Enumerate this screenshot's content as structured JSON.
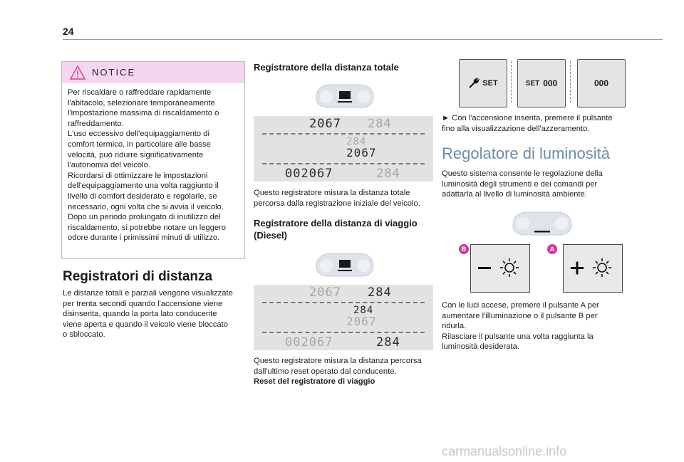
{
  "page_number": "24",
  "notice": {
    "title": "NOTICE",
    "lines": [
      "Per riscaldare o raffreddare rapidamente",
      "l'abitacolo, selezionare temporaneamente",
      "l'impostazione massima di riscaldamento o",
      "raffreddamento.",
      "L'uso eccessivo dell'equipaggiamento di",
      "comfort termico, in particolare alle basse",
      "velocità, può ridurre significativamente",
      "l'autonomia del veicolo.",
      "Ricordarsi di ottimizzare le impostazioni",
      "dell'equipaggiamento una volta raggiunto il",
      "livello di comfort desiderato e regolarle, se",
      "necessario, ogni volta che si avvia il veicolo.",
      "Dopo un periodo prolungato di inutilizzo del",
      "riscaldamento, si potrebbe notare un leggero",
      "odore durante i primissimi minuti di utilizzo."
    ]
  },
  "section_distance": {
    "title": "Registratori di distanza",
    "lines": [
      "Le distanze totali e parziali vengono visualizzate",
      "per trenta secondi quando l'accensione viene",
      "disinserita, quando la porta lato conducente",
      "viene aperta e quando il veicolo viene bloccato",
      "o sbloccato."
    ]
  },
  "total": {
    "title": "Registratore della distanza totale",
    "display_top_left": "2067",
    "display_top_right": "284",
    "display_mid_top": "284",
    "display_mid_bottom": "2067",
    "display_bottom_left": "002067",
    "display_bottom_right": "284",
    "caption_lines": [
      "Questo registratore misura la distanza totale",
      "percorsa dalla registrazione iniziale del veicolo."
    ]
  },
  "trip": {
    "title_lines": [
      "Registratore della distanza di viaggio",
      "(Diesel)"
    ],
    "display_top_left": "2067",
    "display_top_right": "284",
    "display_mid_top": "284",
    "display_mid_bottom": "2067",
    "display_bottom_left": "002067",
    "display_bottom_right": "284",
    "caption_lines": [
      "Questo registratore misura la distanza percorsa",
      "dall'ultimo reset operato dal conducente."
    ],
    "reset_heading": "Reset del registratore di viaggio"
  },
  "reset_buttons": {
    "b1": "SET",
    "b2_set": "SET",
    "b2_val": "000",
    "b3": "000"
  },
  "reset_instruction_lines": [
    "► Con l'accensione inserita, premere il pulsante",
    "fino alla visualizzazione dell'azzeramento."
  ],
  "luminosity": {
    "title": "Regolatore di luminosità",
    "intro_lines": [
      "Questo sistema consente le regolazione della",
      "luminosità degli strumenti e dei comandi per",
      "adattarla al livello di luminosità ambiente."
    ],
    "tag_b": "B",
    "tag_a": "A",
    "instr_lines": [
      "Con le luci accese, premere il pulsante A per",
      "aumentare l'illuminazione o il pulsante B per",
      "ridurla.",
      "Rilasciare il pulsante una volta raggiunta la",
      "luminosità desiderata."
    ]
  },
  "footer": "carmanualsonline.info",
  "colors": {
    "notice_bg": "#f4d6ee",
    "accent_blue": "#6f8ca7",
    "tag": "#d5389b"
  }
}
